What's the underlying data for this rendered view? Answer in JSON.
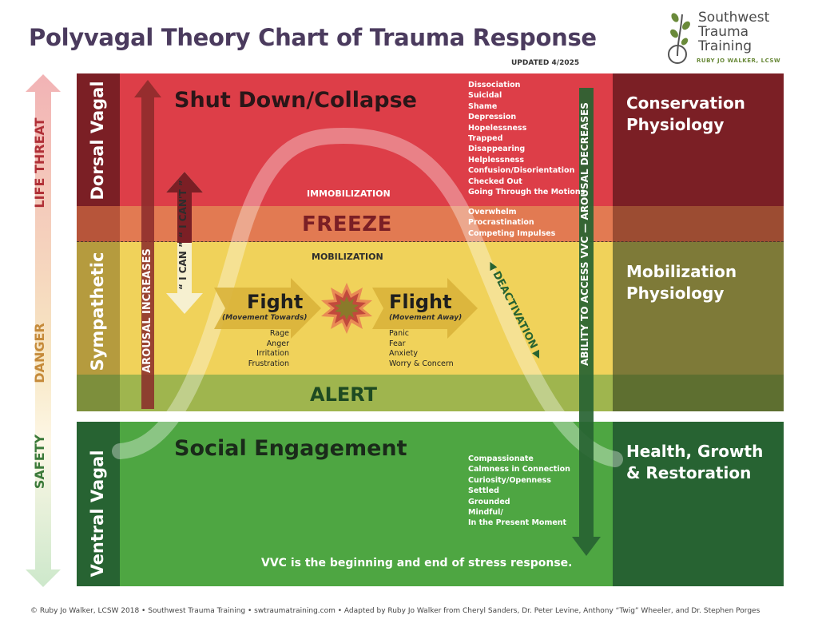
{
  "title": "Polyvagal Theory Chart of Trauma Response",
  "updated": "UPDATED 4/2025",
  "logo": {
    "line1": "Southwest",
    "line2": "Trauma",
    "line3": "Training",
    "tagline": "RUBY JO WALKER, LCSW"
  },
  "left_axis": {
    "life_threat": "LIFE THREAT",
    "danger": "DANGER",
    "safety": "SAFETY"
  },
  "systems": {
    "dorsal": "Dorsal Vagal",
    "sympathetic": "Sympathetic",
    "ventral": "Ventral Vagal"
  },
  "arrows": {
    "arousal_increases": "AROUSAL INCREASES",
    "can_cant": "“ I CAN ”  “ I CAN'T ”",
    "ability": "ABILITY TO ACCESS VVC — AROUSAL DECREASES",
    "deactivation": "◀ DEACTIVATION ▶"
  },
  "zones": {
    "shutdown": "Shut Down/Collapse",
    "immobilization": "IMMOBILIZATION",
    "freeze": "FREEZE",
    "mobilization": "MOBILIZATION",
    "alert": "ALERT",
    "social": "Social Engagement",
    "vvc_note": "VVC is the beginning and end of stress response."
  },
  "shutdown_words": [
    "Dissociation",
    "Suicidal",
    "Shame",
    "Depression",
    "Hopelessness",
    "Trapped",
    "Disappearing",
    "Helplessness",
    "Confusion/Disorientation",
    "Checked Out",
    "Going Through the Motions"
  ],
  "freeze_words": [
    "Overwhelm",
    "Procrastination",
    "Competing Impulses"
  ],
  "fight": {
    "label": "Fight",
    "sub": "(Movement Towards)",
    "words": [
      "Rage",
      "Anger",
      "Irritation",
      "Frustration"
    ]
  },
  "flight": {
    "label": "Flight",
    "sub": "(Movement Away)",
    "words": [
      "Panic",
      "Fear",
      "Anxiety",
      "Worry & Concern"
    ]
  },
  "social_words": [
    "Compassionate",
    "Calmness in Connection",
    "Curiosity/Openness",
    "Settled",
    "Grounded",
    "Mindful/",
    "In the Present Moment"
  ],
  "physiology": {
    "conservation": "Conservation Physiology",
    "mobilization": "Mobilization Physiology",
    "health": "Health, Growth & Restoration"
  },
  "footer": "© Ruby Jo Walker, LCSW 2018 • Southwest Trauma Training • swtraumatraining.com • Adapted by Ruby Jo Walker from Cheryl Sanders, Dr. Peter Levine, Anthony “Twig” Wheeler, and Dr. Stephen Porges",
  "colors": {
    "title": "#4b3b5e",
    "shutdown_band": "#dd3e48",
    "freeze_band": "#e27a52",
    "sympathetic_band": "#f0d25a",
    "alert_band": "#9fb54e",
    "social_band": "#4ea642",
    "dorsal_side": "#7b1f25",
    "sympathetic_side": "#7e7a38",
    "ventral_side": "#276332"
  }
}
